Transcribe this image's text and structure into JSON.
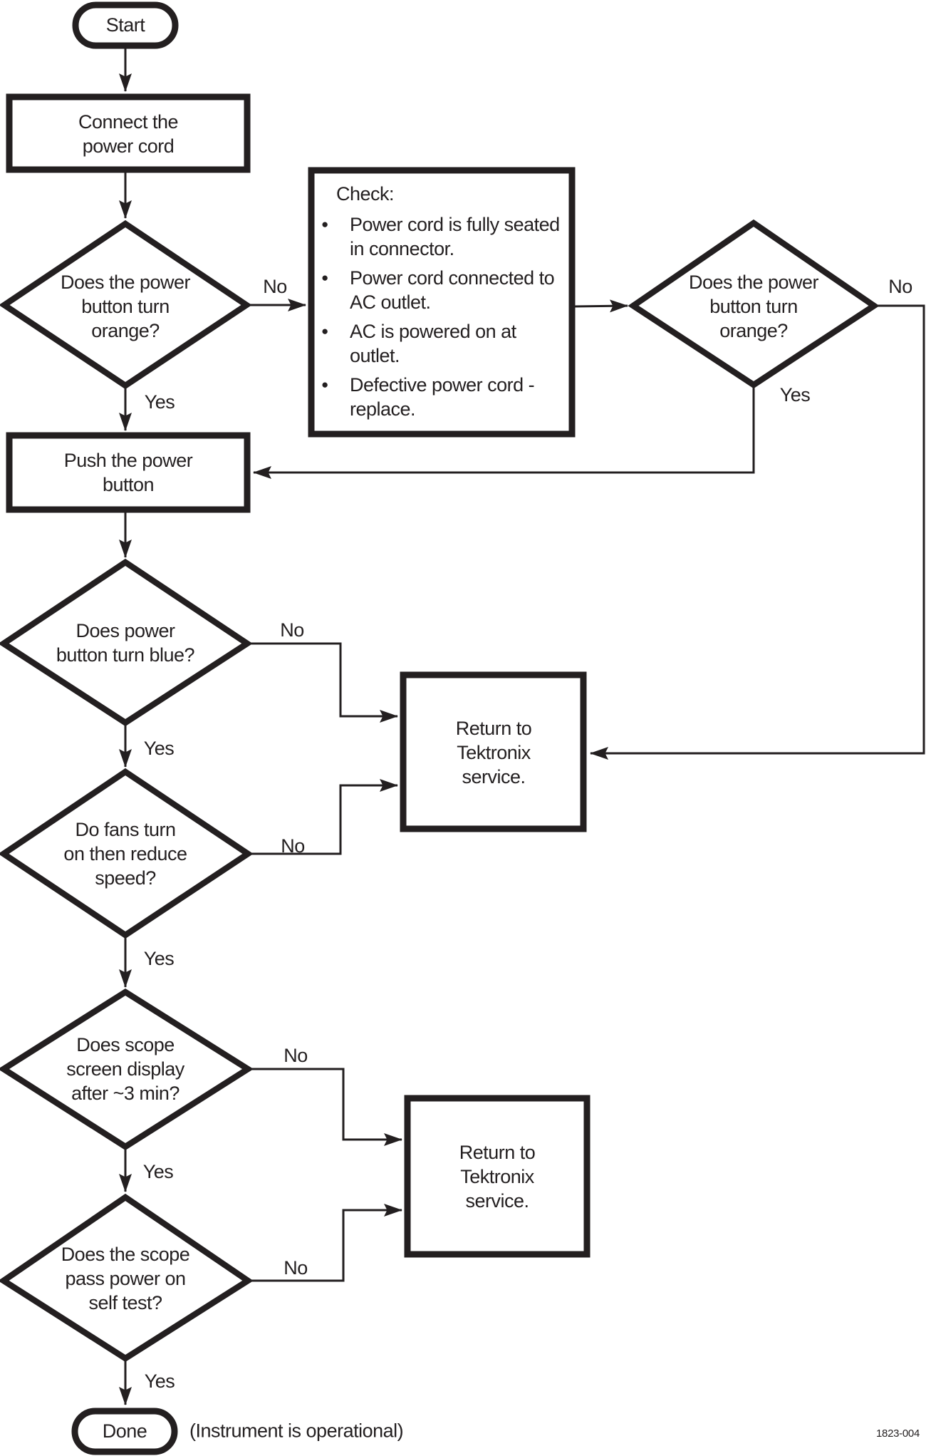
{
  "colors": {
    "ink": "#231f20",
    "paper": "#ffffff"
  },
  "flowchart": {
    "start": {
      "label": "Start"
    },
    "connect_power_cord": {
      "label": "Connect the\npower cord"
    },
    "decision_orange_1": {
      "label": "Does the power\nbutton turn\norange?",
      "no": "No",
      "yes": "Yes"
    },
    "check_list": {
      "title": "Check:",
      "items": [
        "Power cord is fully seated\nin connector.",
        "Power cord connected to\nAC outlet.",
        "AC is powered on at\noutlet.",
        "Defective power cord -\nreplace."
      ]
    },
    "decision_orange_2": {
      "label": "Does the power\nbutton turn\norange?",
      "no": "No",
      "yes": "Yes"
    },
    "push_power_button": {
      "label": "Push the power\nbutton"
    },
    "decision_blue": {
      "label": "Does power\nbutton turn blue?",
      "no": "No",
      "yes": "Yes"
    },
    "return_service_1": {
      "label": "Return to\nTektronix\nservice."
    },
    "decision_fans": {
      "label": "Do fans turn\non then reduce\nspeed?",
      "no": "No",
      "yes": "Yes"
    },
    "decision_screen": {
      "label": "Does scope\nscreen display\nafter ~3 min?",
      "no": "No",
      "yes": "Yes"
    },
    "return_service_2": {
      "label": "Return to\nTektronix\nservice."
    },
    "decision_self_test": {
      "label": "Does the scope\npass power on\nself test?",
      "no": "No",
      "yes": "Yes"
    },
    "done": {
      "label": "Done",
      "note": "(Instrument is operational)"
    },
    "doc_number": "1823-004"
  }
}
